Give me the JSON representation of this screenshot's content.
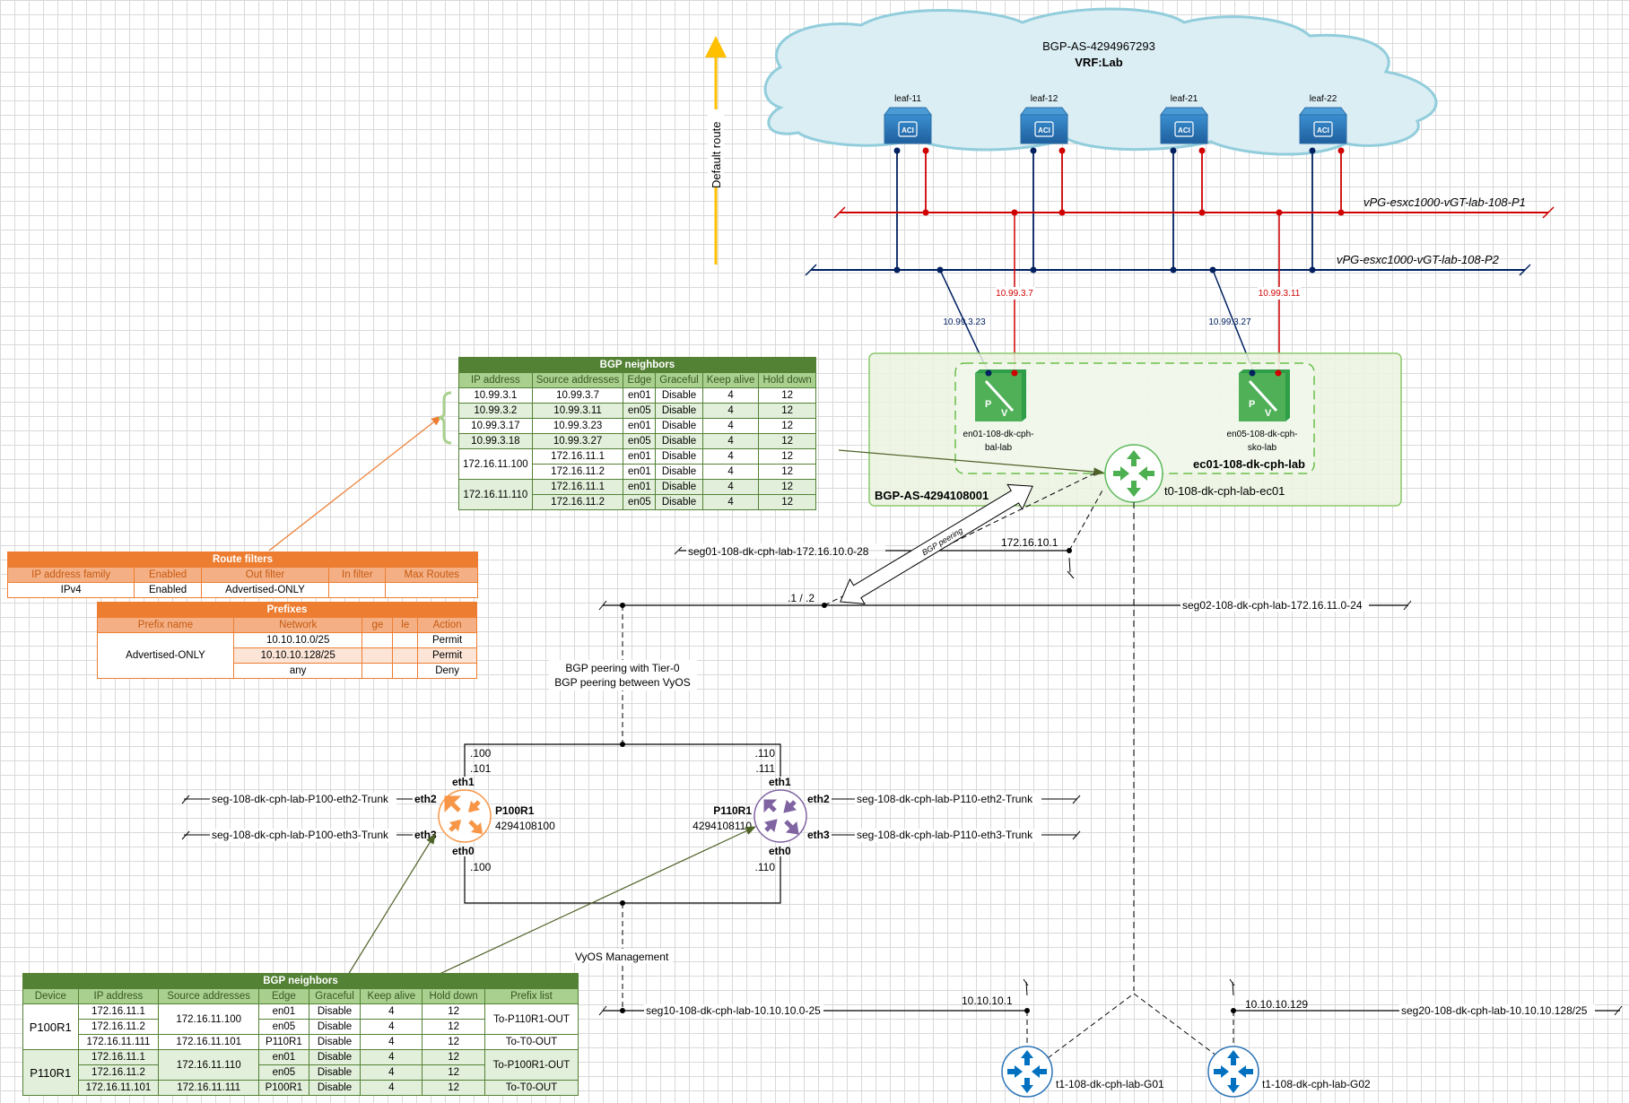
{
  "cloud": {
    "as_label": "BGP-AS-4294967293",
    "vrf_label": "VRF:Lab"
  },
  "leaves": [
    {
      "name": "leaf-11"
    },
    {
      "name": "leaf-12"
    },
    {
      "name": "leaf-21"
    },
    {
      "name": "leaf-22"
    }
  ],
  "leaf_badge": "ACI",
  "default_route": {
    "label": "Default route",
    "color": "#ffc000"
  },
  "vpgs": {
    "p1": {
      "label": "vPG-esxc1000-vGT-lab-108-P1",
      "color": "#d00000"
    },
    "p2": {
      "label": "vPG-esxc1000-vGT-lab-108-P2",
      "color": "#002060"
    }
  },
  "uplink_ips": {
    "en01_p2": "10.99.3.23",
    "en01_p1": "10.99.3.7",
    "en05_p2": "10.99.3.27",
    "en05_p1": "10.99.3.11"
  },
  "edge_cluster": {
    "as_label": "BGP-AS-4294108001",
    "cluster_label": "ec01-108-dk-cph-lab",
    "edges": [
      {
        "line1": "en01-108-dk-cph-",
        "line2": "bal-lab"
      },
      {
        "line1": "en05-108-dk-cph-",
        "line2": "sko-lab"
      }
    ],
    "t0_label": "t0-108-dk-cph-lab-ec01"
  },
  "segments": {
    "seg01": "seg01-108-dk-cph-lab-172.16.10.0-28",
    "seg01_gw": "172.16.10.1",
    "seg02": "seg02-108-dk-cph-lab-172.16.11.0-24",
    "seg02_addr": ".1 / .2",
    "bgp_peering_arrow": "BGP peering",
    "seg10": "seg10-108-dk-cph-lab-10.10.10.0-25",
    "seg10_gw": "10.10.10.1",
    "seg20": "seg20-108-dk-cph-lab-10.10.10.128/25",
    "seg20_gw": "10.10.10.129"
  },
  "notes": {
    "peer1": "BGP peering with Tier-0",
    "peer2": "BGP peering between VyOS",
    "mgmt": "VyOS Management"
  },
  "routers": {
    "p100": {
      "name": "P100R1",
      "asn": "4294108100",
      "eth1": "eth1",
      "eth2": "eth2",
      "eth3": "eth3",
      "eth0": "eth0",
      "ip1a": ".100",
      "ip1b": ".101",
      "ip0": ".100",
      "seg_eth2": "seg-108-dk-cph-lab-P100-eth2-Trunk",
      "seg_eth3": "seg-108-dk-cph-lab-P100-eth3-Trunk",
      "color": "#f79646"
    },
    "p110": {
      "name": "P110R1",
      "asn": "4294108110",
      "eth1": "eth1",
      "eth2": "eth2",
      "eth3": "eth3",
      "eth0": "eth0",
      "ip1a": ".110",
      "ip1b": ".111",
      "ip0": ".110",
      "seg_eth2": "seg-108-dk-cph-lab-P110-eth2-Trunk",
      "seg_eth3": "seg-108-dk-cph-lab-P110-eth3-Trunk",
      "color": "#8064a2"
    }
  },
  "t1": {
    "g01": "t1-108-dk-cph-lab-G01",
    "g02": "t1-108-dk-cph-lab-G02"
  },
  "t0_bgp_table": {
    "title": "BGP neighbors",
    "headers": [
      "IP address",
      "Source addresses",
      "Edge",
      "Graceful",
      "Keep alive",
      "Hold down"
    ],
    "rows": [
      [
        "10.99.3.1",
        "10.99.3.7",
        "en01",
        "Disable",
        "4",
        "12"
      ],
      [
        "10.99.3.2",
        "10.99.3.11",
        "en05",
        "Disable",
        "4",
        "12"
      ],
      [
        "10.99.3.17",
        "10.99.3.23",
        "en01",
        "Disable",
        "4",
        "12"
      ],
      [
        "10.99.3.18",
        "10.99.3.27",
        "en05",
        "Disable",
        "4",
        "12"
      ],
      [
        "172.16.11.100",
        "172.16.11.1",
        "en01",
        "Disable",
        "4",
        "12"
      ],
      [
        "",
        "172.16.11.2",
        "en01",
        "Disable",
        "4",
        "12"
      ],
      [
        "172.16.11.110",
        "172.16.11.1",
        "en01",
        "Disable",
        "4",
        "12"
      ],
      [
        "",
        "172.16.11.2",
        "en05",
        "Disable",
        "4",
        "12"
      ]
    ]
  },
  "route_filters": {
    "title": "Route filters",
    "headers": [
      "IP address family",
      "Enabled",
      "Out filter",
      "In filter",
      "Max Routes"
    ],
    "row": [
      "IPv4",
      "Enabled",
      "Advertised-ONLY",
      "",
      ""
    ]
  },
  "prefixes": {
    "title": "Prefixes",
    "headers": [
      "Prefix name",
      "Network",
      "ge",
      "le",
      "Action"
    ],
    "name": "Advertised-ONLY",
    "rows": [
      [
        "10.10.10.0/25",
        "",
        "",
        "Permit"
      ],
      [
        "10.10.10.128/25",
        "",
        "",
        "Permit"
      ],
      [
        "any",
        "",
        "",
        "Deny"
      ]
    ]
  },
  "vyos_bgp_table": {
    "title": "BGP neighbors",
    "headers": [
      "Device",
      "IP address",
      "Source addresses",
      "Edge",
      "Graceful",
      "Keep alive",
      "Hold down",
      "Prefix list"
    ],
    "groups": [
      {
        "device": "P100R1",
        "rows": [
          {
            "ip": "172.16.11.1",
            "src": "172.16.11.100",
            "edge": "en01",
            "graceful": "Disable",
            "ka": "4",
            "hd": "12",
            "pl": "To-P110R1-OUT"
          },
          {
            "ip": "172.16.11.2",
            "src": "",
            "edge": "en05",
            "graceful": "Disable",
            "ka": "4",
            "hd": "12",
            "pl": ""
          },
          {
            "ip": "172.16.11.111",
            "src": "172.16.11.101",
            "edge": "P110R1",
            "graceful": "Disable",
            "ka": "4",
            "hd": "12",
            "pl": "To-T0-OUT"
          }
        ]
      },
      {
        "device": "P110R1",
        "rows": [
          {
            "ip": "172.16.11.1",
            "src": "172.16.11.110",
            "edge": "en01",
            "graceful": "Disable",
            "ka": "4",
            "hd": "12",
            "pl": "To-P100R1-OUT"
          },
          {
            "ip": "172.16.11.2",
            "src": "",
            "edge": "en05",
            "graceful": "Disable",
            "ka": "4",
            "hd": "12",
            "pl": ""
          },
          {
            "ip": "172.16.11.101",
            "src": "172.16.11.111",
            "edge": "P100R1",
            "graceful": "Disable",
            "ka": "4",
            "hd": "12",
            "pl": "To-T0-OUT"
          }
        ]
      }
    ]
  }
}
